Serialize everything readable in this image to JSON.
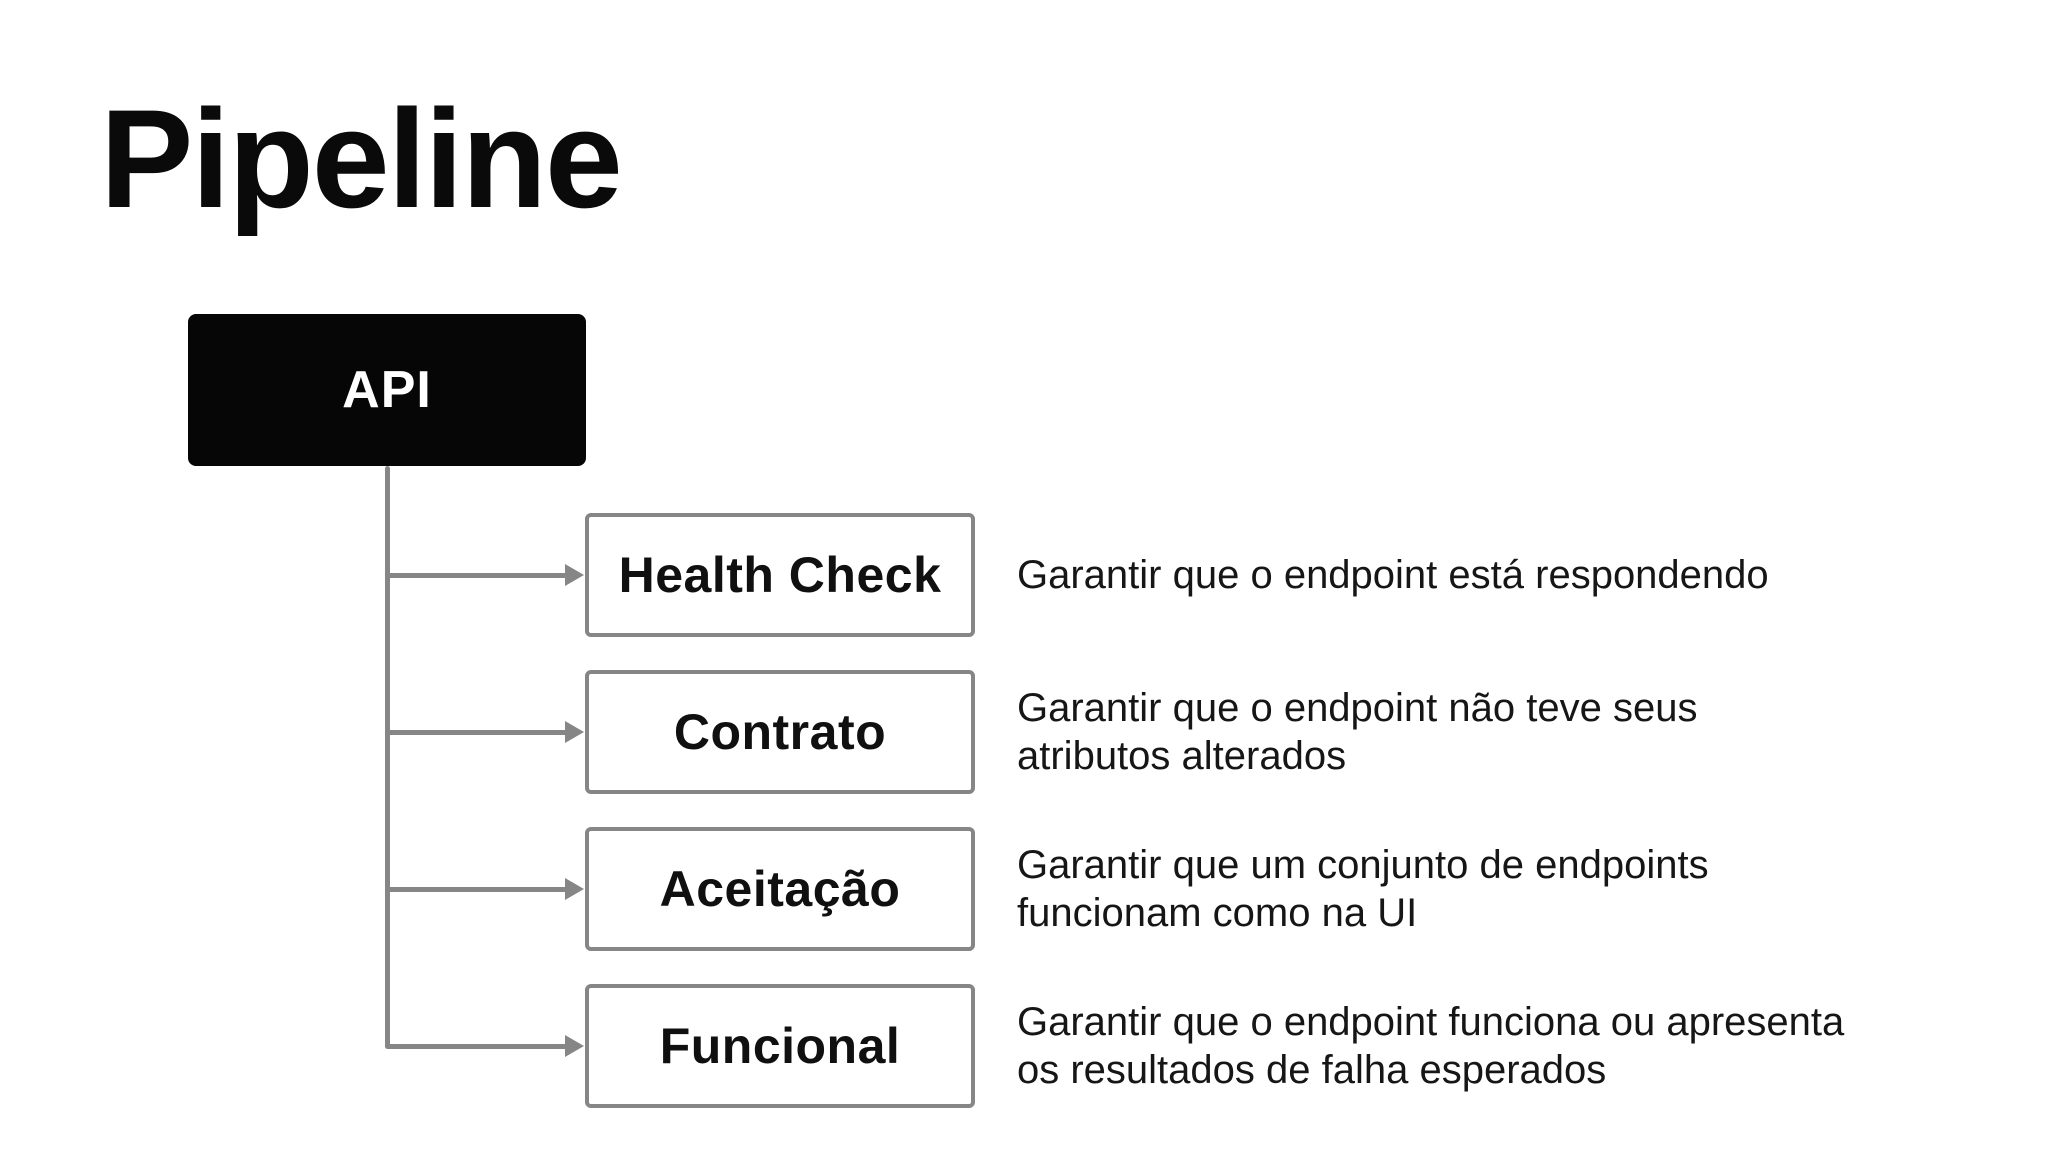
{
  "title": "Pipeline",
  "root": {
    "label": "API"
  },
  "rows": [
    {
      "label": "Health Check",
      "desc_lines": [
        "Garantir que o endpoint está respondendo"
      ]
    },
    {
      "label": "Contrato",
      "desc_lines": [
        "Garantir que o endpoint não teve seus",
        "atributos alterados"
      ]
    },
    {
      "label": "Aceitação",
      "desc_lines": [
        "Garantir que um conjunto de endpoints",
        "funcionam como na UI"
      ]
    },
    {
      "label": "Funcional",
      "desc_lines": [
        "Garantir que o endpoint funciona ou apresenta",
        "os resultados de falha esperados"
      ]
    }
  ],
  "icons": {
    "branch_arrow": "arrow-right-icon"
  },
  "colors": {
    "connector": "#868686",
    "box_border": "#868686",
    "node_bg": "#060606",
    "node_text": "#ffffff",
    "title_color": "#0a0a0a",
    "text_color": "#161616"
  }
}
